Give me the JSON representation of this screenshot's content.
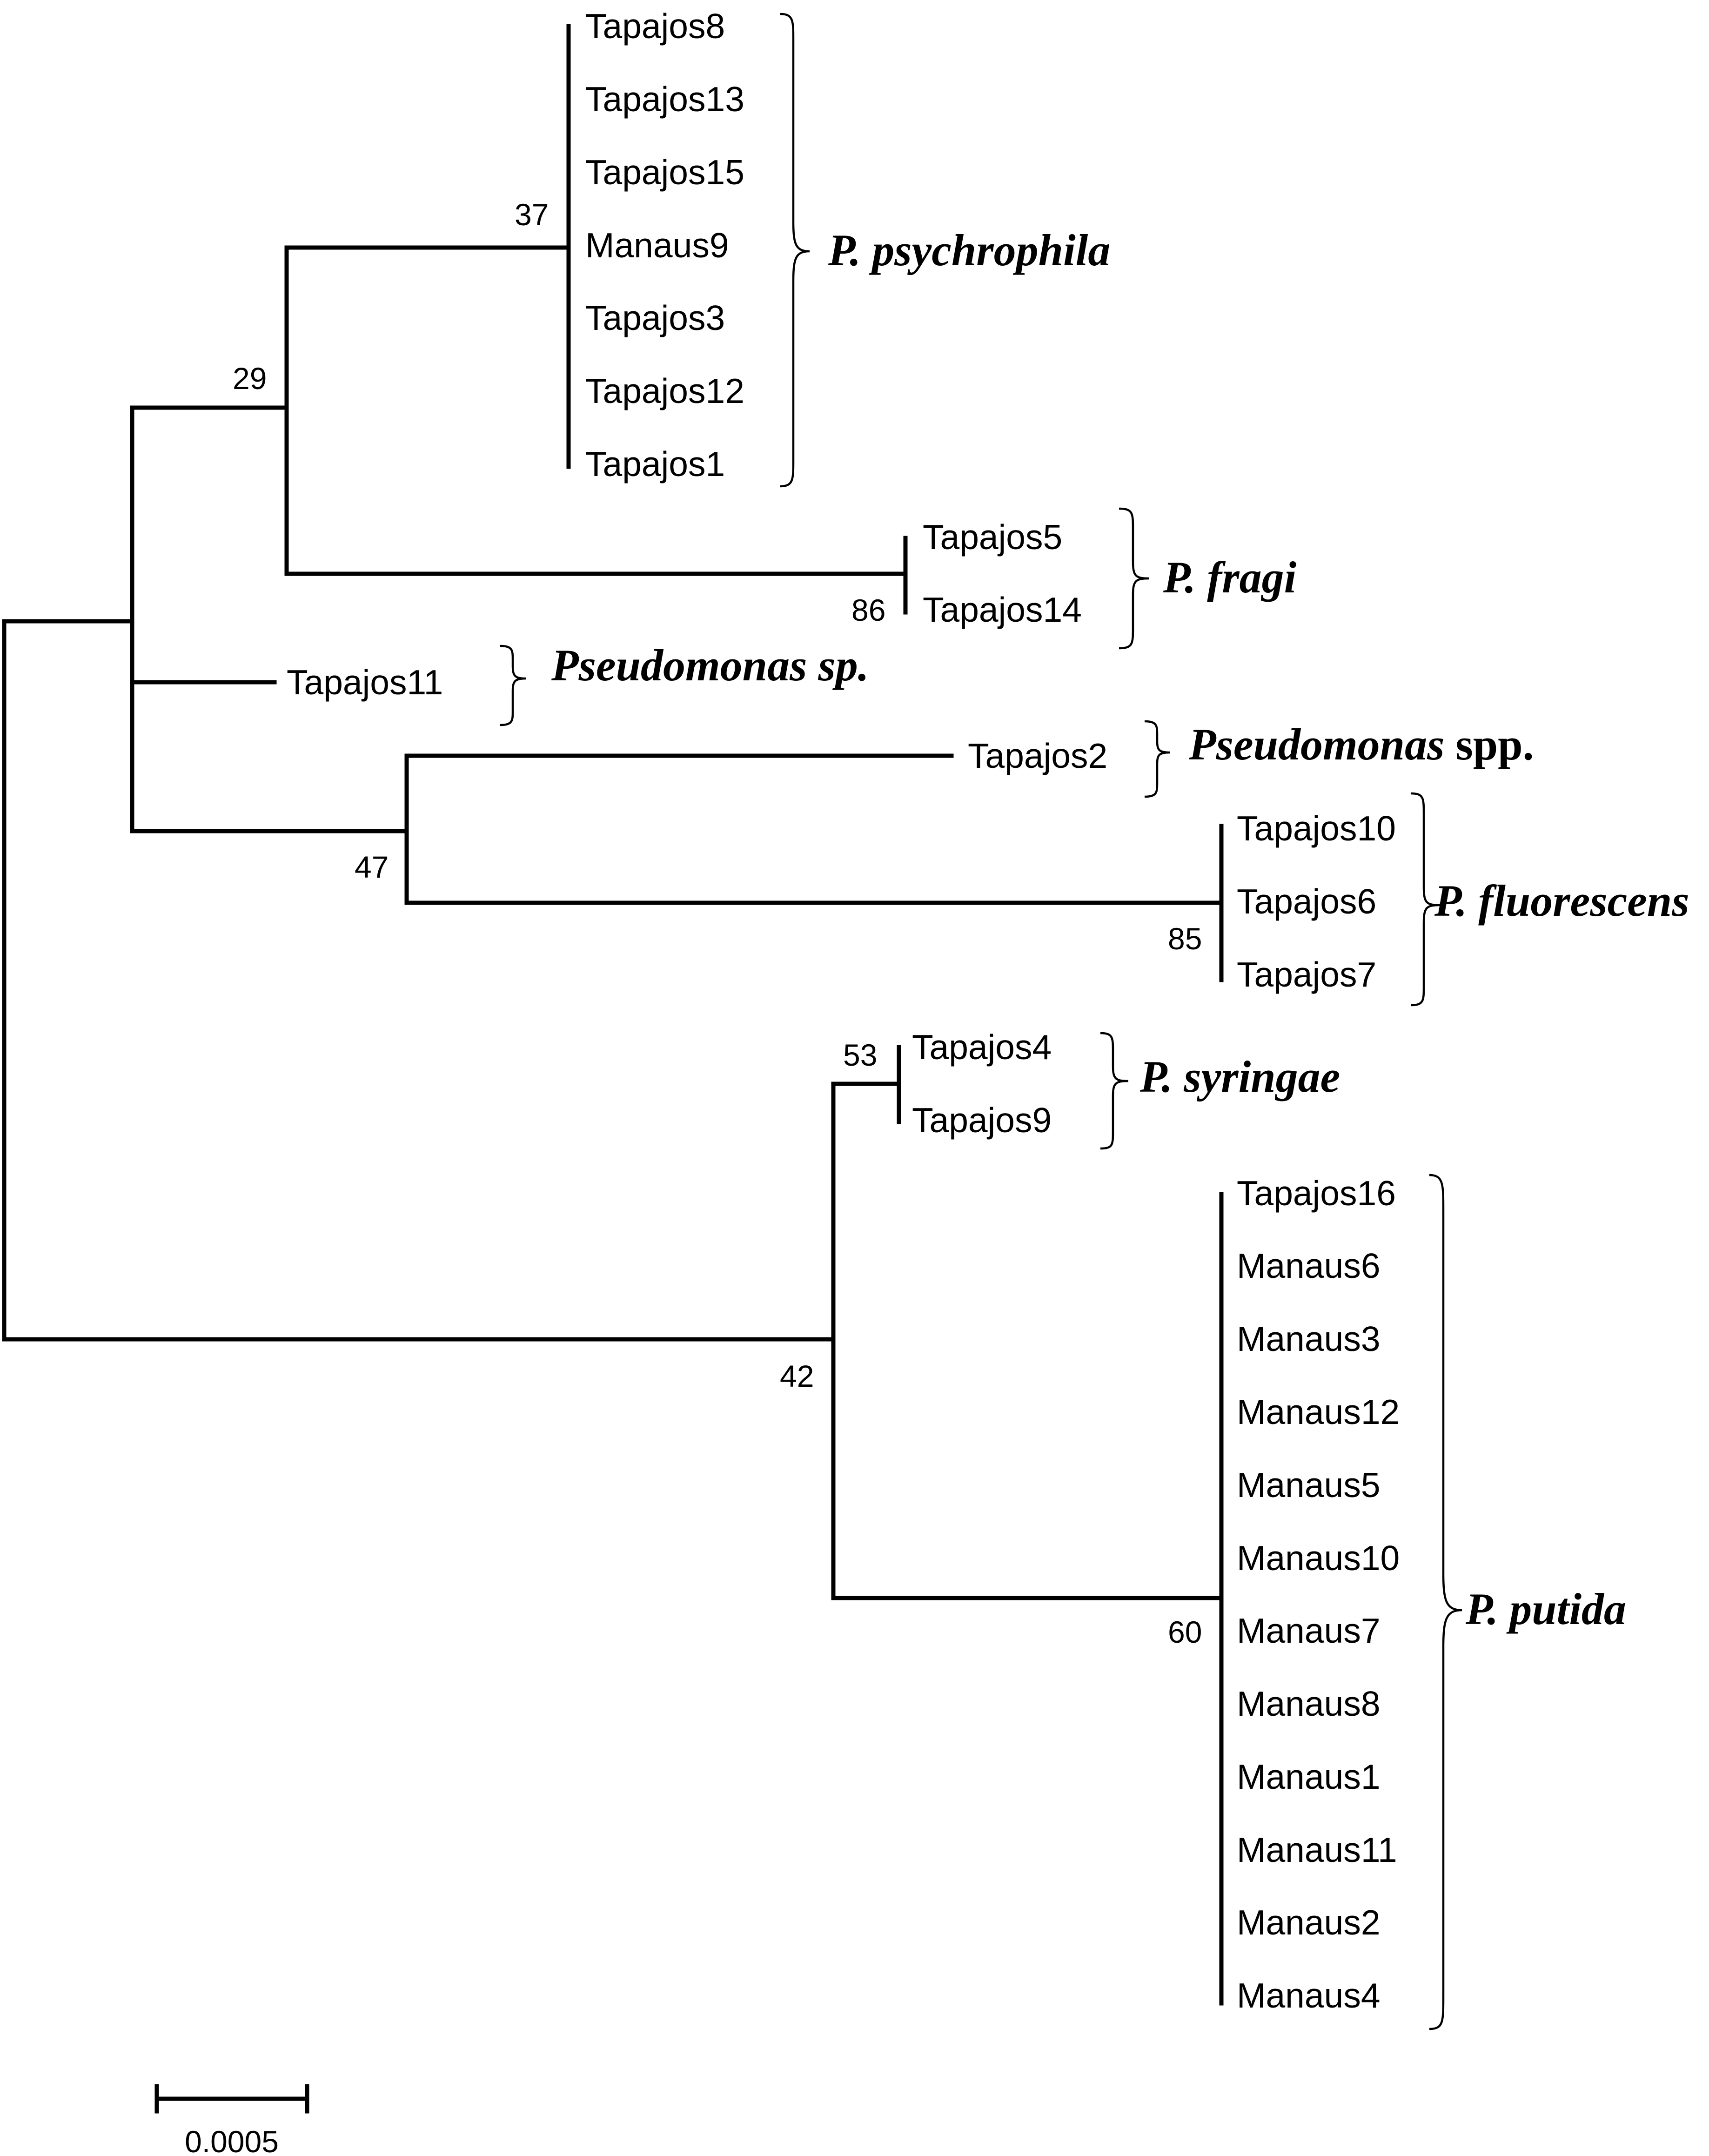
{
  "tree": {
    "leaves": {
      "Tapajos8": "Tapajos8",
      "Tapajos13": "Tapajos13",
      "Tapajos15": "Tapajos15",
      "Manaus9": "Manaus9",
      "Tapajos3": "Tapajos3",
      "Tapajos12": "Tapajos12",
      "Tapajos1": "Tapajos1",
      "Tapajos5": "Tapajos5",
      "Tapajos14": "Tapajos14",
      "Tapajos11": "Tapajos11",
      "Tapajos2": "Tapajos2",
      "Tapajos10": "Tapajos10",
      "Tapajos6": "Tapajos6",
      "Tapajos7": "Tapajos7",
      "Tapajos4": "Tapajos4",
      "Tapajos9": "Tapajos9",
      "Tapajos16": "Tapajos16",
      "Manaus6": "Manaus6",
      "Manaus3": "Manaus3",
      "Manaus12": "Manaus12",
      "Manaus5": "Manaus5",
      "Manaus10": "Manaus10",
      "Manaus7": "Manaus7",
      "Manaus8": "Manaus8",
      "Manaus1": "Manaus1",
      "Manaus11": "Manaus11",
      "Manaus2": "Manaus2",
      "Manaus4": "Manaus4"
    },
    "bootstrap": {
      "psychrophila": "37",
      "psychro_fragi": "29",
      "fragi": "86",
      "fluor_group": "47",
      "fluorescens": "85",
      "syringae": "53",
      "syr_putida": "42",
      "putida": "60"
    },
    "clades": {
      "psychrophila": "P. psychrophila",
      "fragi": "P. fragi",
      "pseudomonas_sp_genus": "Pseudomonas",
      "pseudomonas_sp_suffix": " sp.",
      "pseudomonas_spp_genus": "Pseudomonas",
      "pseudomonas_spp_suffix": " spp.",
      "fluorescens": "P. fluorescens",
      "syringae": "P. syringae",
      "putida": "P. putida"
    },
    "scale_bar": {
      "label": "0.0005"
    }
  }
}
